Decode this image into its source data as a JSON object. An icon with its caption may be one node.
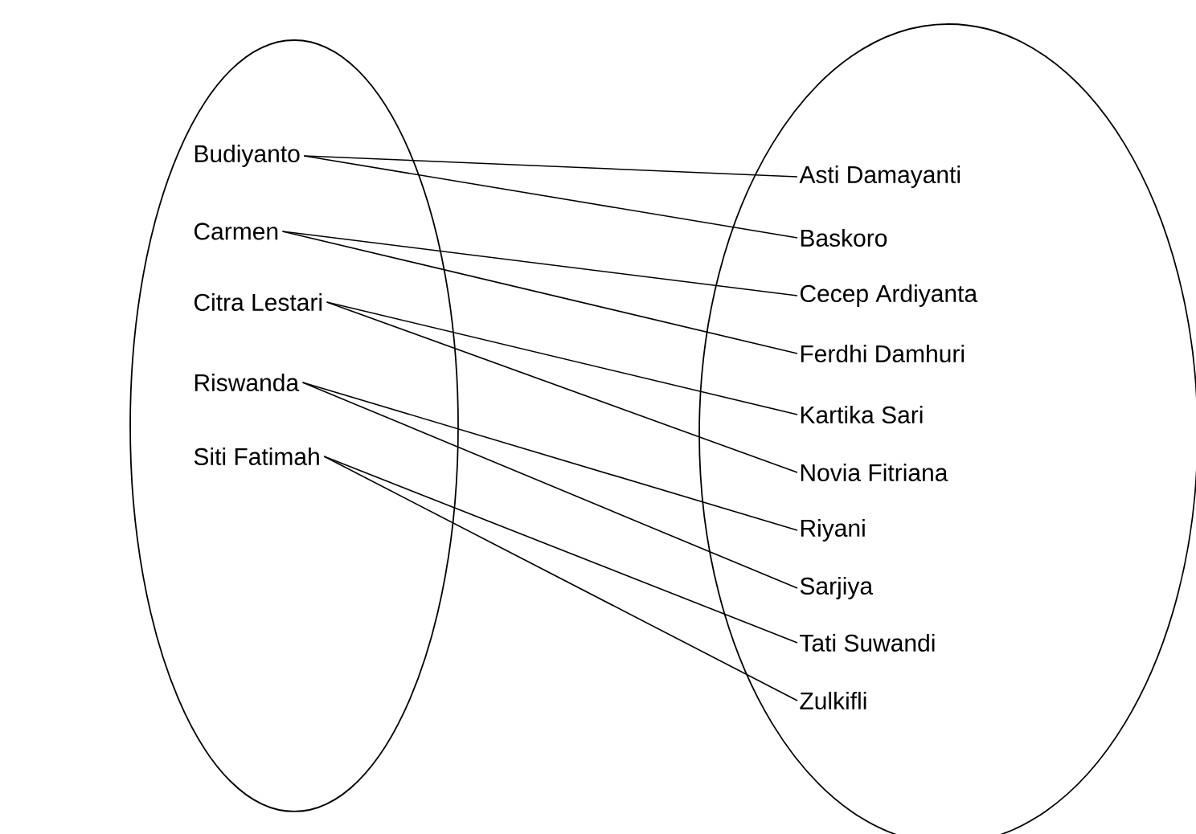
{
  "diagram": {
    "nodes": [
      {
        "text": [],
        "shape": "circle"
      },
      {
        "text": [
          "Budiyanto"
        ],
        "in": 0
      },
      {
        "text": [
          "Carmen"
        ],
        "in": 0
      },
      {
        "text": [
          "Citra Lestari"
        ],
        "in": 0
      },
      {
        "text": [
          "Riswanda"
        ],
        "in": 0
      },
      {
        "text": [
          "Siti Fatimah"
        ],
        "in": 0
      },
      {
        "text": [],
        "shape": "circle"
      },
      {
        "text": [
          "Asti Damayanti"
        ],
        "in": 6
      },
      {
        "text": [
          "Baskoro"
        ],
        "in": 6
      },
      {
        "text": [
          "Cecep Ardiyanta"
        ],
        "in": 6
      },
      {
        "text": [
          "Ferdhi Damhuri"
        ],
        "in": 6
      },
      {
        "text": [
          "Kartika Sari"
        ],
        "in": 6
      },
      {
        "text": [
          "Novia Fitriana"
        ],
        "in": 6
      },
      {
        "text": [
          "Riyani"
        ],
        "in": 6
      },
      {
        "text": [
          "Sarjiya"
        ],
        "in": 6
      },
      {
        "text": [
          "Tati Suwandi"
        ],
        "in": 6
      },
      {
        "text": [
          "Zulkifli"
        ],
        "in": 6
      }
    ],
    "edges": [
      {
        "from": 1,
        "to": 7,
        "arrow": "none"
      },
      {
        "from": 1,
        "to": 8,
        "arrow": "none"
      },
      {
        "from": 2,
        "to": 9,
        "arrow": "none"
      },
      {
        "from": 2,
        "to": 10,
        "arrow": "none"
      },
      {
        "from": 3,
        "to": 11,
        "arrow": "none"
      },
      {
        "from": 3,
        "to": 12,
        "arrow": "none"
      },
      {
        "from": 4,
        "to": 13,
        "arrow": "none"
      },
      {
        "from": 4,
        "to": 14,
        "arrow": "none"
      },
      {
        "from": 5,
        "to": 15,
        "arrow": "none"
      },
      {
        "from": 5,
        "to": 16,
        "arrow": "none"
      }
    ]
  }
}
